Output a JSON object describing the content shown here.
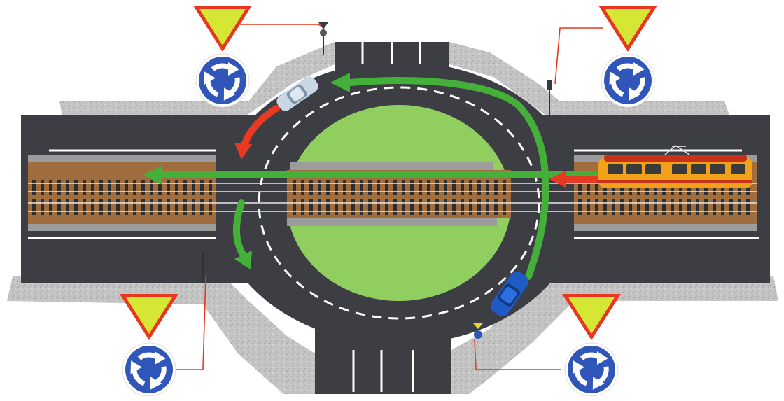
{
  "scene": {
    "elements": [
      "roundabout",
      "tram-tracks",
      "tram",
      "car-silver",
      "car-blue",
      "yield-sign",
      "roundabout-sign",
      "traffic-light"
    ]
  },
  "signs": {
    "yield_fill": "#d6e635",
    "yield_border": "#e8361f",
    "roundabout_fill": "#2f56b8",
    "roundabout_arrow": "#ffffff",
    "roundabout_icon": "roundabout-icon",
    "yield_icon": "yield-icon"
  },
  "paths": {
    "green_color": "#44b03a",
    "red_color": "#e63a23",
    "leader_color": "#e8361f"
  },
  "vehicles": {
    "tram_color": "#f2a21a",
    "tram_stripe": "#c8321d",
    "car_silver_color": "#c9d7e3",
    "car_blue_color": "#1e5bc6"
  },
  "colors": {
    "asphalt": "#3c3e44",
    "curb": "#bcbcbc",
    "island": "#8fce5f",
    "track_bed": "#a06d3e",
    "lane_marking": "#ffffff"
  }
}
